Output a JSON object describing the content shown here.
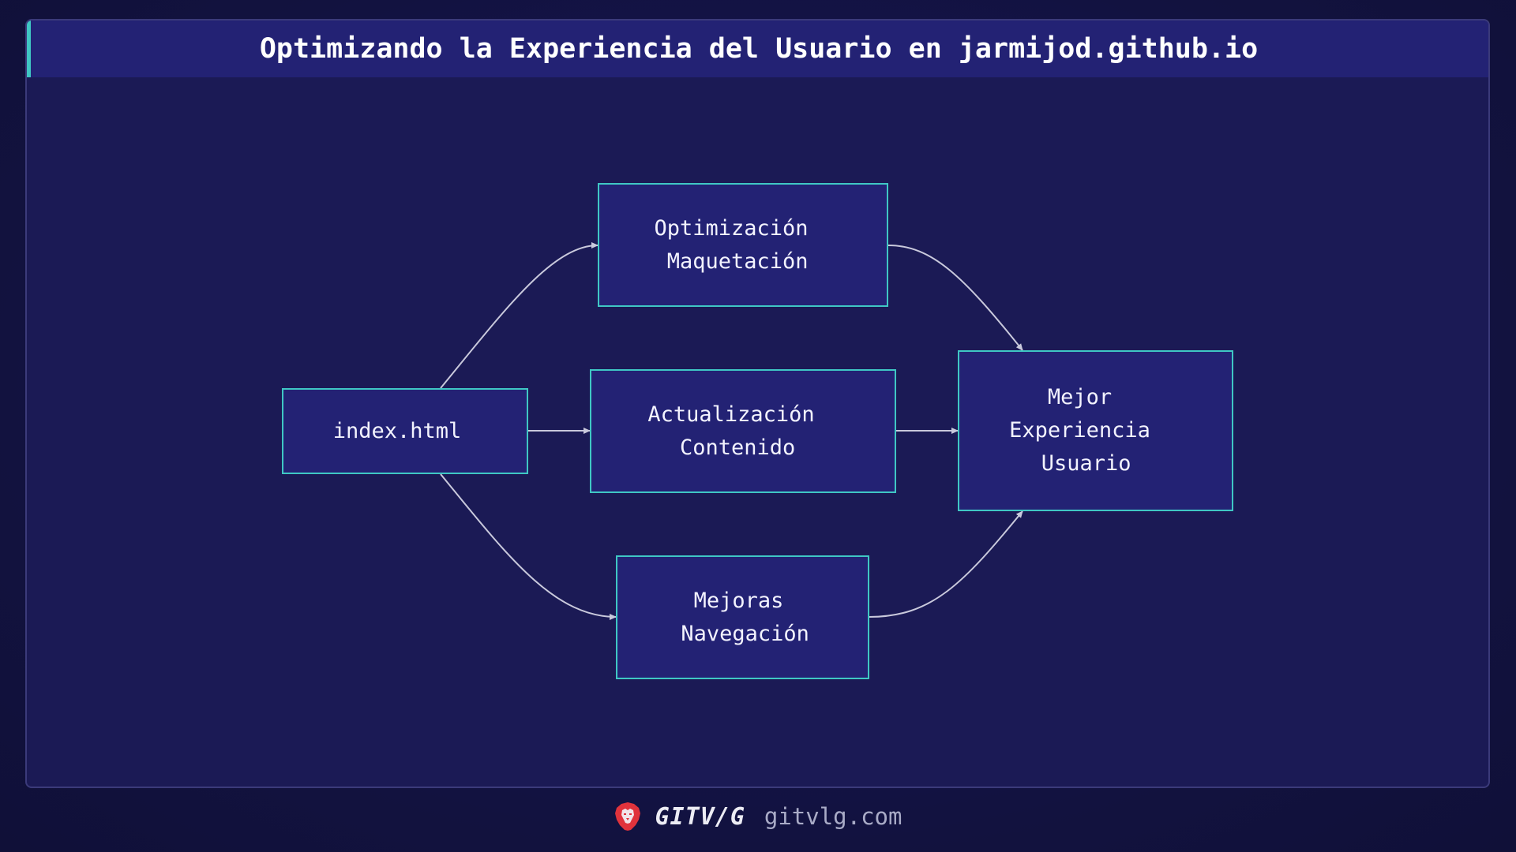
{
  "header": {
    "title": "Optimizando la Experiencia del Usuario en jarmijod.github.io"
  },
  "diagram": {
    "nodes": [
      {
        "id": "index",
        "lines": [
          "index.html"
        ]
      },
      {
        "id": "layout",
        "lines": [
          "Optimización",
          " Maquetación"
        ]
      },
      {
        "id": "content",
        "lines": [
          "Actualización",
          " Contenido"
        ]
      },
      {
        "id": "nav",
        "lines": [
          "Mejoras",
          " Navegación"
        ]
      },
      {
        "id": "ux",
        "lines": [
          "Mejor",
          "Experiencia",
          " Usuario"
        ]
      }
    ],
    "edges": [
      {
        "from": "index",
        "to": "layout"
      },
      {
        "from": "index",
        "to": "content"
      },
      {
        "from": "index",
        "to": "nav"
      },
      {
        "from": "layout",
        "to": "ux"
      },
      {
        "from": "content",
        "to": "ux"
      },
      {
        "from": "nav",
        "to": "ux"
      }
    ]
  },
  "colors": {
    "background": "#12123f",
    "card": "#1b1a55",
    "title_bar": "#232274",
    "node_fill": "#232274",
    "node_border": "#3fc7c4",
    "accent": "#3fc7c4",
    "edge": "#c9c9dc",
    "logo_red": "#e0333c"
  },
  "footer": {
    "brand": "GITV/G",
    "site": "gitvlg.com",
    "logo_icon": "lion-head-icon"
  }
}
